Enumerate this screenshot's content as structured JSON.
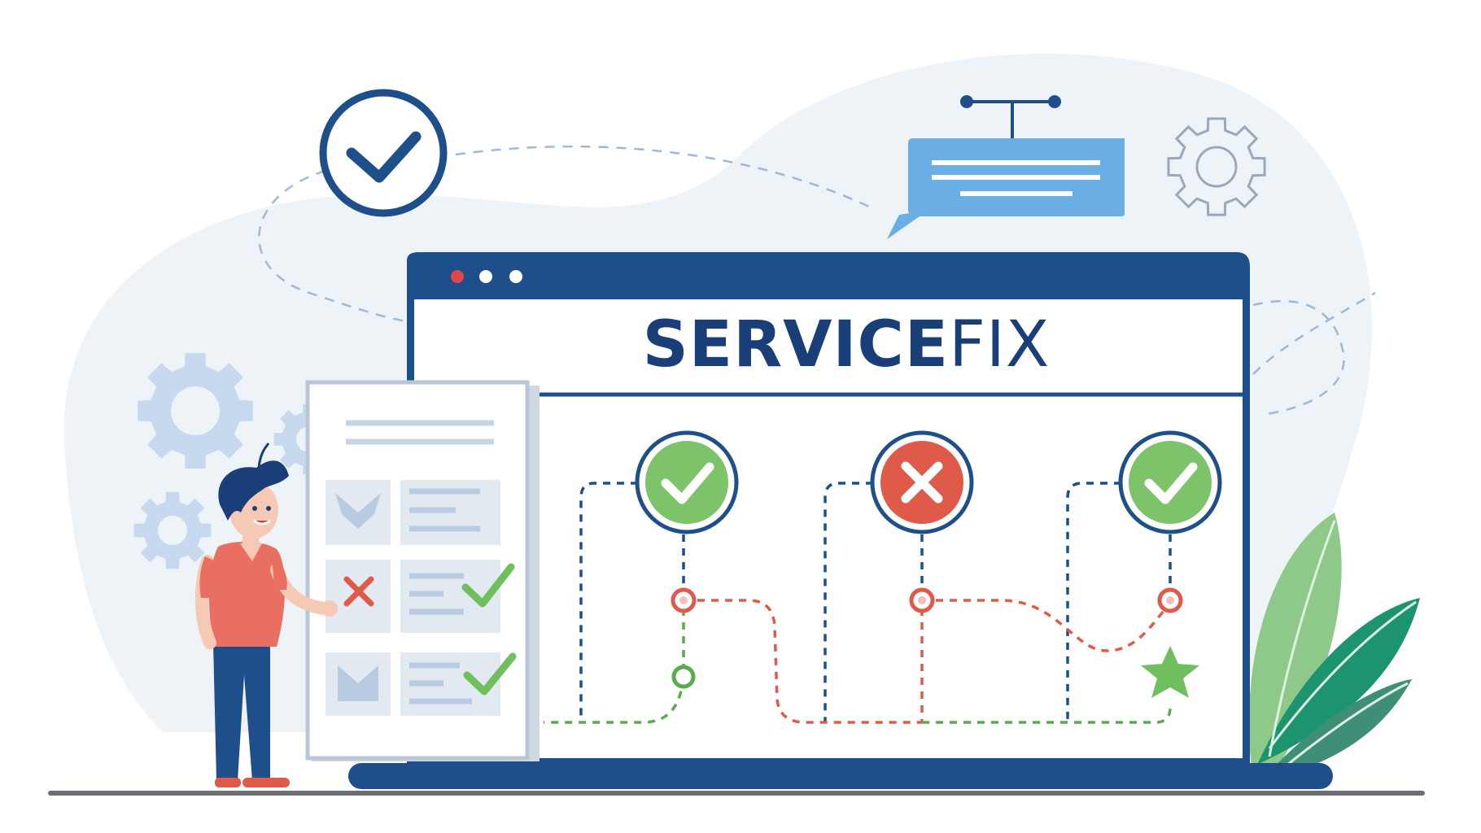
{
  "brand": {
    "title_bold": "SERVICE",
    "title_light": "FIX"
  },
  "window": {
    "controls": [
      "close",
      "minimize",
      "maximize"
    ]
  },
  "workflow": {
    "nodes": [
      {
        "status": "success",
        "icon": "check-icon"
      },
      {
        "status": "error",
        "icon": "x-icon"
      },
      {
        "status": "success",
        "icon": "check-icon"
      }
    ],
    "end_marker": "star-icon"
  },
  "checklist": {
    "rows": [
      {
        "icon": "envelope-icon",
        "status": "none"
      },
      {
        "icon": "x-icon",
        "status": "check"
      },
      {
        "icon": "envelope-icon",
        "status": "check"
      }
    ]
  },
  "decorations": [
    "check-circle-icon",
    "chat-bubble-icon",
    "gear-icon",
    "leaf-icon"
  ],
  "colors": {
    "navy": "#1f4f8b",
    "dark_navy": "#1a3f78",
    "success": "#7cc36a",
    "error": "#e05a4a",
    "light_blue": "#6aaee6",
    "gear_light": "#c6d9ee",
    "blob": "#eef3f8",
    "leaf_green": "#2e9e6e"
  }
}
